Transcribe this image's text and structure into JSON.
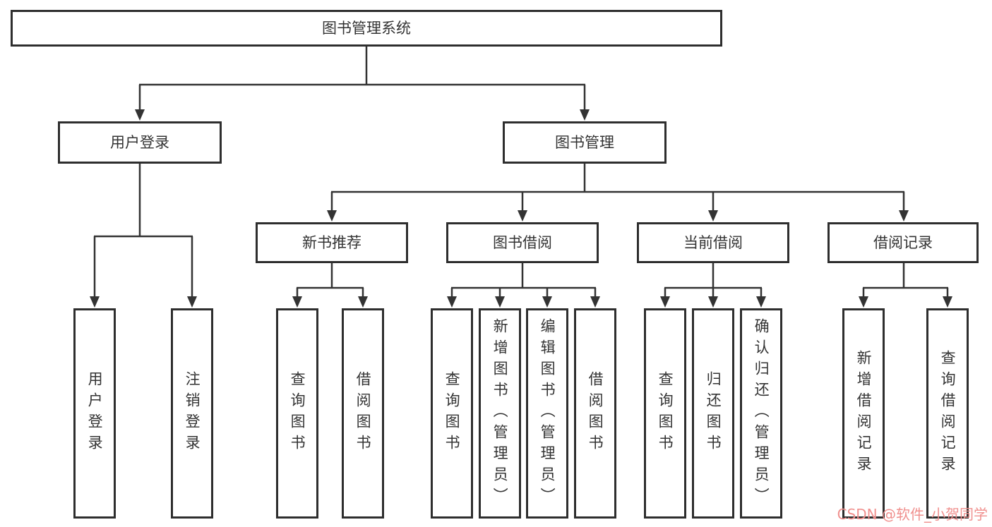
{
  "diagram": {
    "type": "tree",
    "root": {
      "label": "图书管理系统"
    },
    "branches": [
      {
        "label": "用户登录",
        "children": [
          {
            "label": "用户登录"
          },
          {
            "label": "注销登录"
          }
        ]
      },
      {
        "label": "图书管理",
        "children": [
          {
            "label": "新书推荐",
            "children": [
              {
                "label": "查询图书"
              },
              {
                "label": "借阅图书"
              }
            ]
          },
          {
            "label": "图书借阅",
            "children": [
              {
                "label": "查询图书"
              },
              {
                "label": "新增图书（管理员）"
              },
              {
                "label": "编辑图书（管理员）"
              },
              {
                "label": "借阅图书"
              }
            ]
          },
          {
            "label": "当前借阅",
            "children": [
              {
                "label": "查询图书"
              },
              {
                "label": "归还图书"
              },
              {
                "label": "确认归还（管理员）"
              }
            ]
          },
          {
            "label": "借阅记录",
            "children": [
              {
                "label": "新增借阅记录"
              },
              {
                "label": "查询借阅记录"
              }
            ]
          }
        ]
      }
    ]
  },
  "watermark": {
    "text": "CSDN @软件_小贺同学"
  },
  "colors": {
    "line": "#333333",
    "border": "#2e2e2e",
    "text": "#333333",
    "watermark": "#f0908e"
  }
}
